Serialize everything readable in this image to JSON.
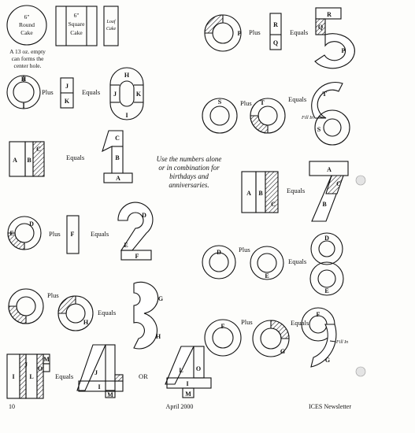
{
  "pans": {
    "round_line1": "6\"",
    "round_line2": "Round",
    "round_line3": "Cake",
    "square_line1": "6\"",
    "square_line2": "Square",
    "square_line3": "Cake",
    "loaf_line1": "Loaf",
    "loaf_line2": "Cake",
    "note_line1": "A 13 oz. empty",
    "note_line2": "can forms the",
    "note_line3": "center hole."
  },
  "words": {
    "plus": "Plus",
    "equals": "Equals",
    "or": "OR",
    "fill_in": "Fill In"
  },
  "center_note": {
    "line1": "Use the numbers alone",
    "line2": "or in combination for",
    "line3": "birthdays and",
    "line4": "anniversaries."
  },
  "pieces": {
    "A": "A",
    "B": "B",
    "C": "C",
    "D": "D",
    "E": "E",
    "F": "F",
    "G": "G",
    "H": "H",
    "I": "I",
    "J": "J",
    "K": "K",
    "L": "L",
    "M": "M",
    "O": "O",
    "P": "P",
    "Q": "Q",
    "R": "R",
    "S": "S",
    "T": "T"
  },
  "footer": {
    "page_number": "10",
    "date": "April 2000",
    "publication": "ICES Newsletter"
  }
}
